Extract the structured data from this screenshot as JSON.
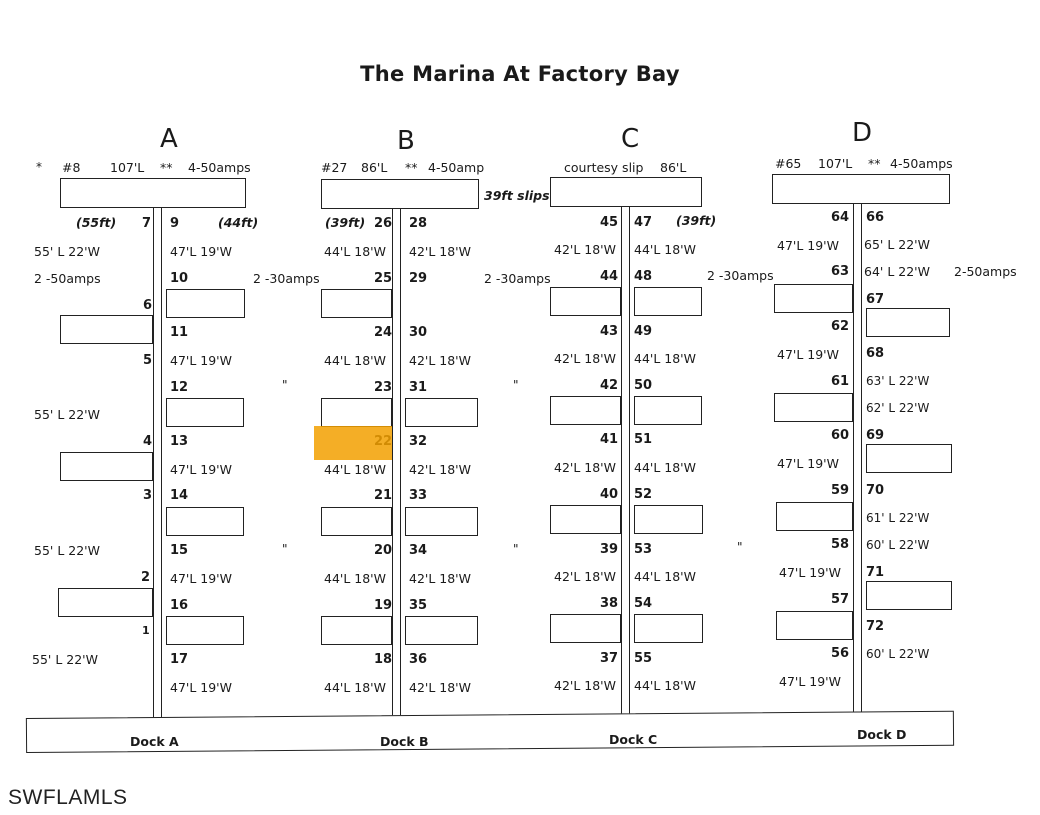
{
  "title": "The Marina At Factory Bay",
  "watermark": "SWFLAMLS",
  "docks": {
    "A": {
      "letter": "A",
      "header": {
        "star": "*",
        "slip": "#8",
        "length": "107'L",
        "stars": "**",
        "power": "4-50amps"
      },
      "label": "Dock A",
      "left_size": "(55ft)",
      "right_size": "(44ft)",
      "left_power": "2 -50amps",
      "right_power": "2 -30amps",
      "left_nums": [
        "7",
        "6",
        "5",
        "4",
        "3",
        "2",
        "1"
      ],
      "right_nums": [
        "9",
        "10",
        "11",
        "12",
        "13",
        "14",
        "15",
        "16",
        "17"
      ],
      "left_dims": [
        "55' L 22'W",
        "55' L 22'W",
        "55' L 22'W",
        "55' L 22'W"
      ],
      "right_dims": [
        "47'L 19'W",
        "47'L 19'W",
        "47'L 19'W",
        "47'L 19'W",
        "47'L 19'W"
      ]
    },
    "B": {
      "letter": "B",
      "header": {
        "slip": "#27",
        "length": "86'L",
        "stars": "**",
        "power": "4-50amp"
      },
      "label": "Dock B",
      "left_size": "(39ft)",
      "slips_note": "39ft slips",
      "right_power": "2 -30amps",
      "left_nums": [
        "26",
        "25",
        "24",
        "23",
        "22",
        "21",
        "20",
        "19",
        "18"
      ],
      "right_nums": [
        "28",
        "29",
        "30",
        "31",
        "32",
        "33",
        "34",
        "35",
        "36"
      ],
      "left_dims": [
        "44'L 18'W",
        "44'L 18'W",
        "44'L 18'W",
        "44'L 18'W",
        "44'L 18'W"
      ],
      "right_dims": [
        "42'L 18'W",
        "42'L 18'W",
        "42'L 18'W",
        "42'L 18'W",
        "42'L 18'W"
      ]
    },
    "C": {
      "letter": "C",
      "header": {
        "slip": "courtesy slip",
        "length": "86'L"
      },
      "label": "Dock C",
      "right_size": "(39ft)",
      "right_power": "2 -30amps",
      "left_nums": [
        "45",
        "44",
        "43",
        "42",
        "41",
        "40",
        "39",
        "38",
        "37"
      ],
      "right_nums": [
        "47",
        "48",
        "49",
        "50",
        "51",
        "52",
        "53",
        "54",
        "55"
      ],
      "left_dims": [
        "42'L 18'W",
        "42'L 18'W",
        "42'L 18'W",
        "42'L 18'W",
        "42'L 18'W"
      ],
      "right_dims": [
        "44'L 18'W",
        "44'L 18'W",
        "44'L 18'W",
        "44'L 18'W",
        "44'L 18'W"
      ]
    },
    "D": {
      "letter": "D",
      "header": {
        "slip": "#65",
        "length": "107'L",
        "stars": "**",
        "power": "4-50amps"
      },
      "label": "Dock D",
      "right_power": "2-50amps",
      "left_nums": [
        "64",
        "63",
        "62",
        "61",
        "60",
        "59",
        "58",
        "57",
        "56"
      ],
      "right_nums": [
        "66",
        "67",
        "68",
        "69",
        "70",
        "71",
        "72"
      ],
      "left_dims": [
        "47'L 19'W",
        "47'L 19'W",
        "47'L 19'W",
        "47'L 19'W",
        "47'L 19'W"
      ],
      "right_dims": [
        "65' L 22'W",
        "64' L 22'W",
        "63' L 22'W",
        "62' L 22'W",
        "61' L 22'W",
        "60' L 22'W",
        "60' L 22'W"
      ]
    }
  },
  "ditto_mark": "\""
}
